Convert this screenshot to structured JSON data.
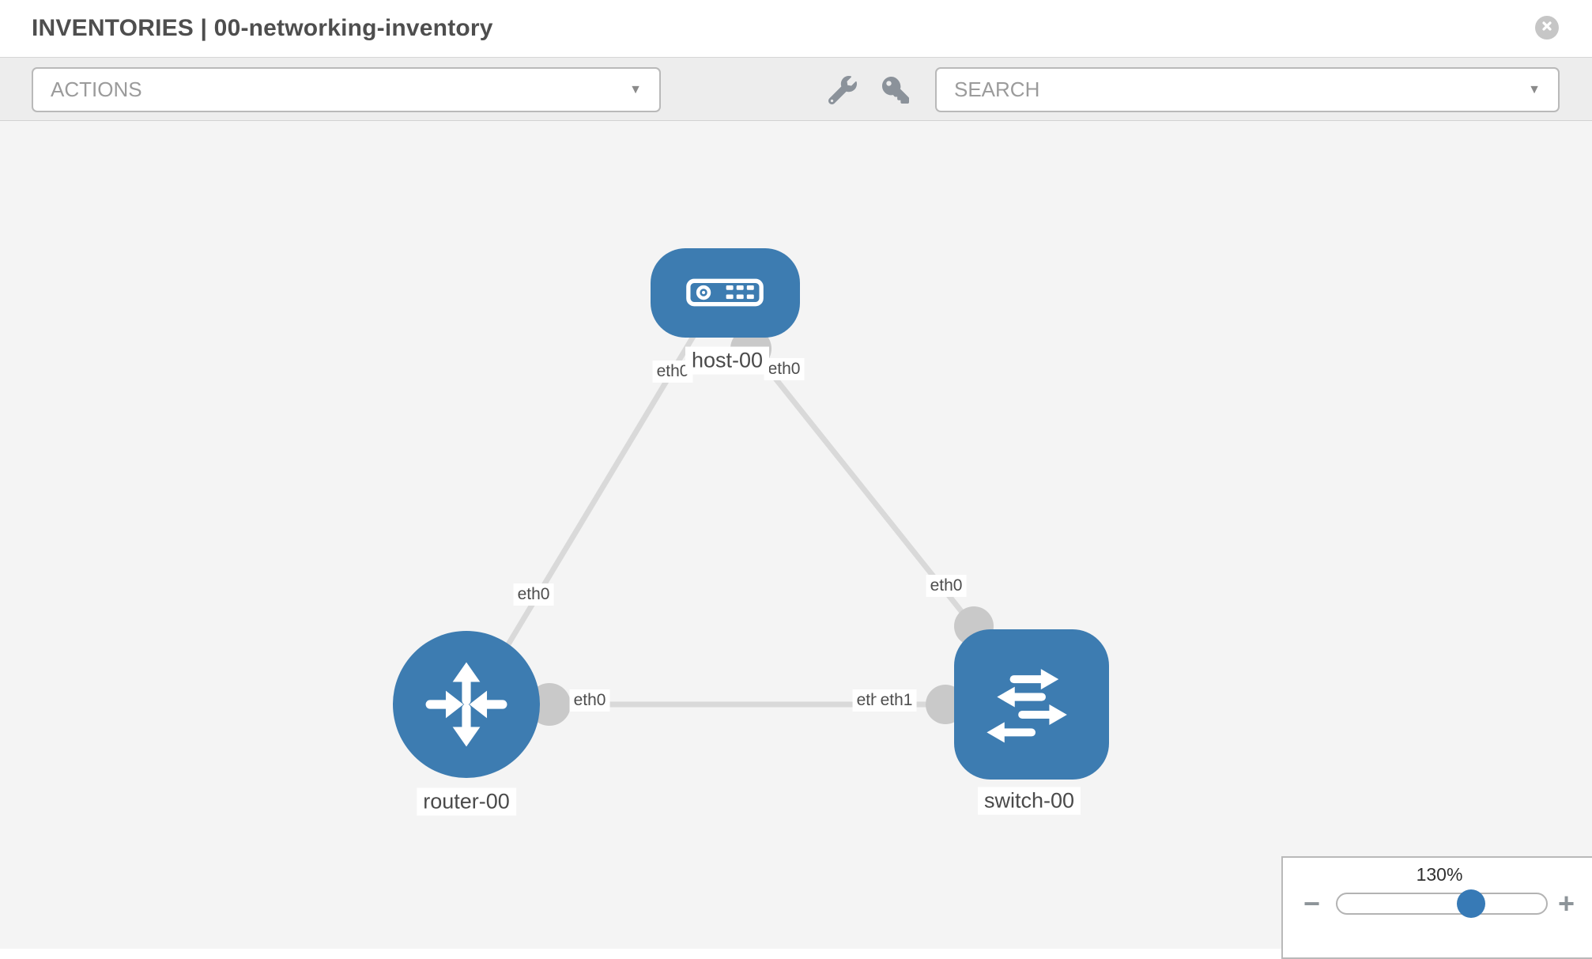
{
  "header": {
    "title": "INVENTORIES | 00-networking-inventory"
  },
  "toolbar": {
    "actions_label": "ACTIONS",
    "search_label": "SEARCH",
    "caret": "▼"
  },
  "topology": {
    "nodes": [
      {
        "id": "host-00",
        "label": "host-00",
        "type": "host"
      },
      {
        "id": "router-00",
        "label": "router-00",
        "type": "router"
      },
      {
        "id": "switch-00",
        "label": "switch-00",
        "type": "switch"
      }
    ],
    "links": [
      {
        "from": "host-00",
        "to": "router-00",
        "from_interface": "eth0",
        "to_interface": "eth0"
      },
      {
        "from": "host-00",
        "to": "switch-00",
        "from_interface": "eth0",
        "to_interface": "eth0"
      },
      {
        "from": "router-00",
        "to": "switch-00",
        "from_interface": "eth0",
        "to_interface": "eth1"
      }
    ],
    "edge_labels": [
      "eth0",
      "eth0",
      "eth0",
      "eth0",
      "eth0",
      "eth0",
      "eth1"
    ]
  },
  "zoom_control": {
    "level": "130%",
    "minus_label": "−",
    "plus_label": "+",
    "value_percent": 64
  },
  "colors": {
    "node_blue": "#3d7cb1",
    "knob_blue": "#377ab6",
    "link_gray": "#d9d9d9",
    "interface_gray": "#c9c9c9"
  }
}
